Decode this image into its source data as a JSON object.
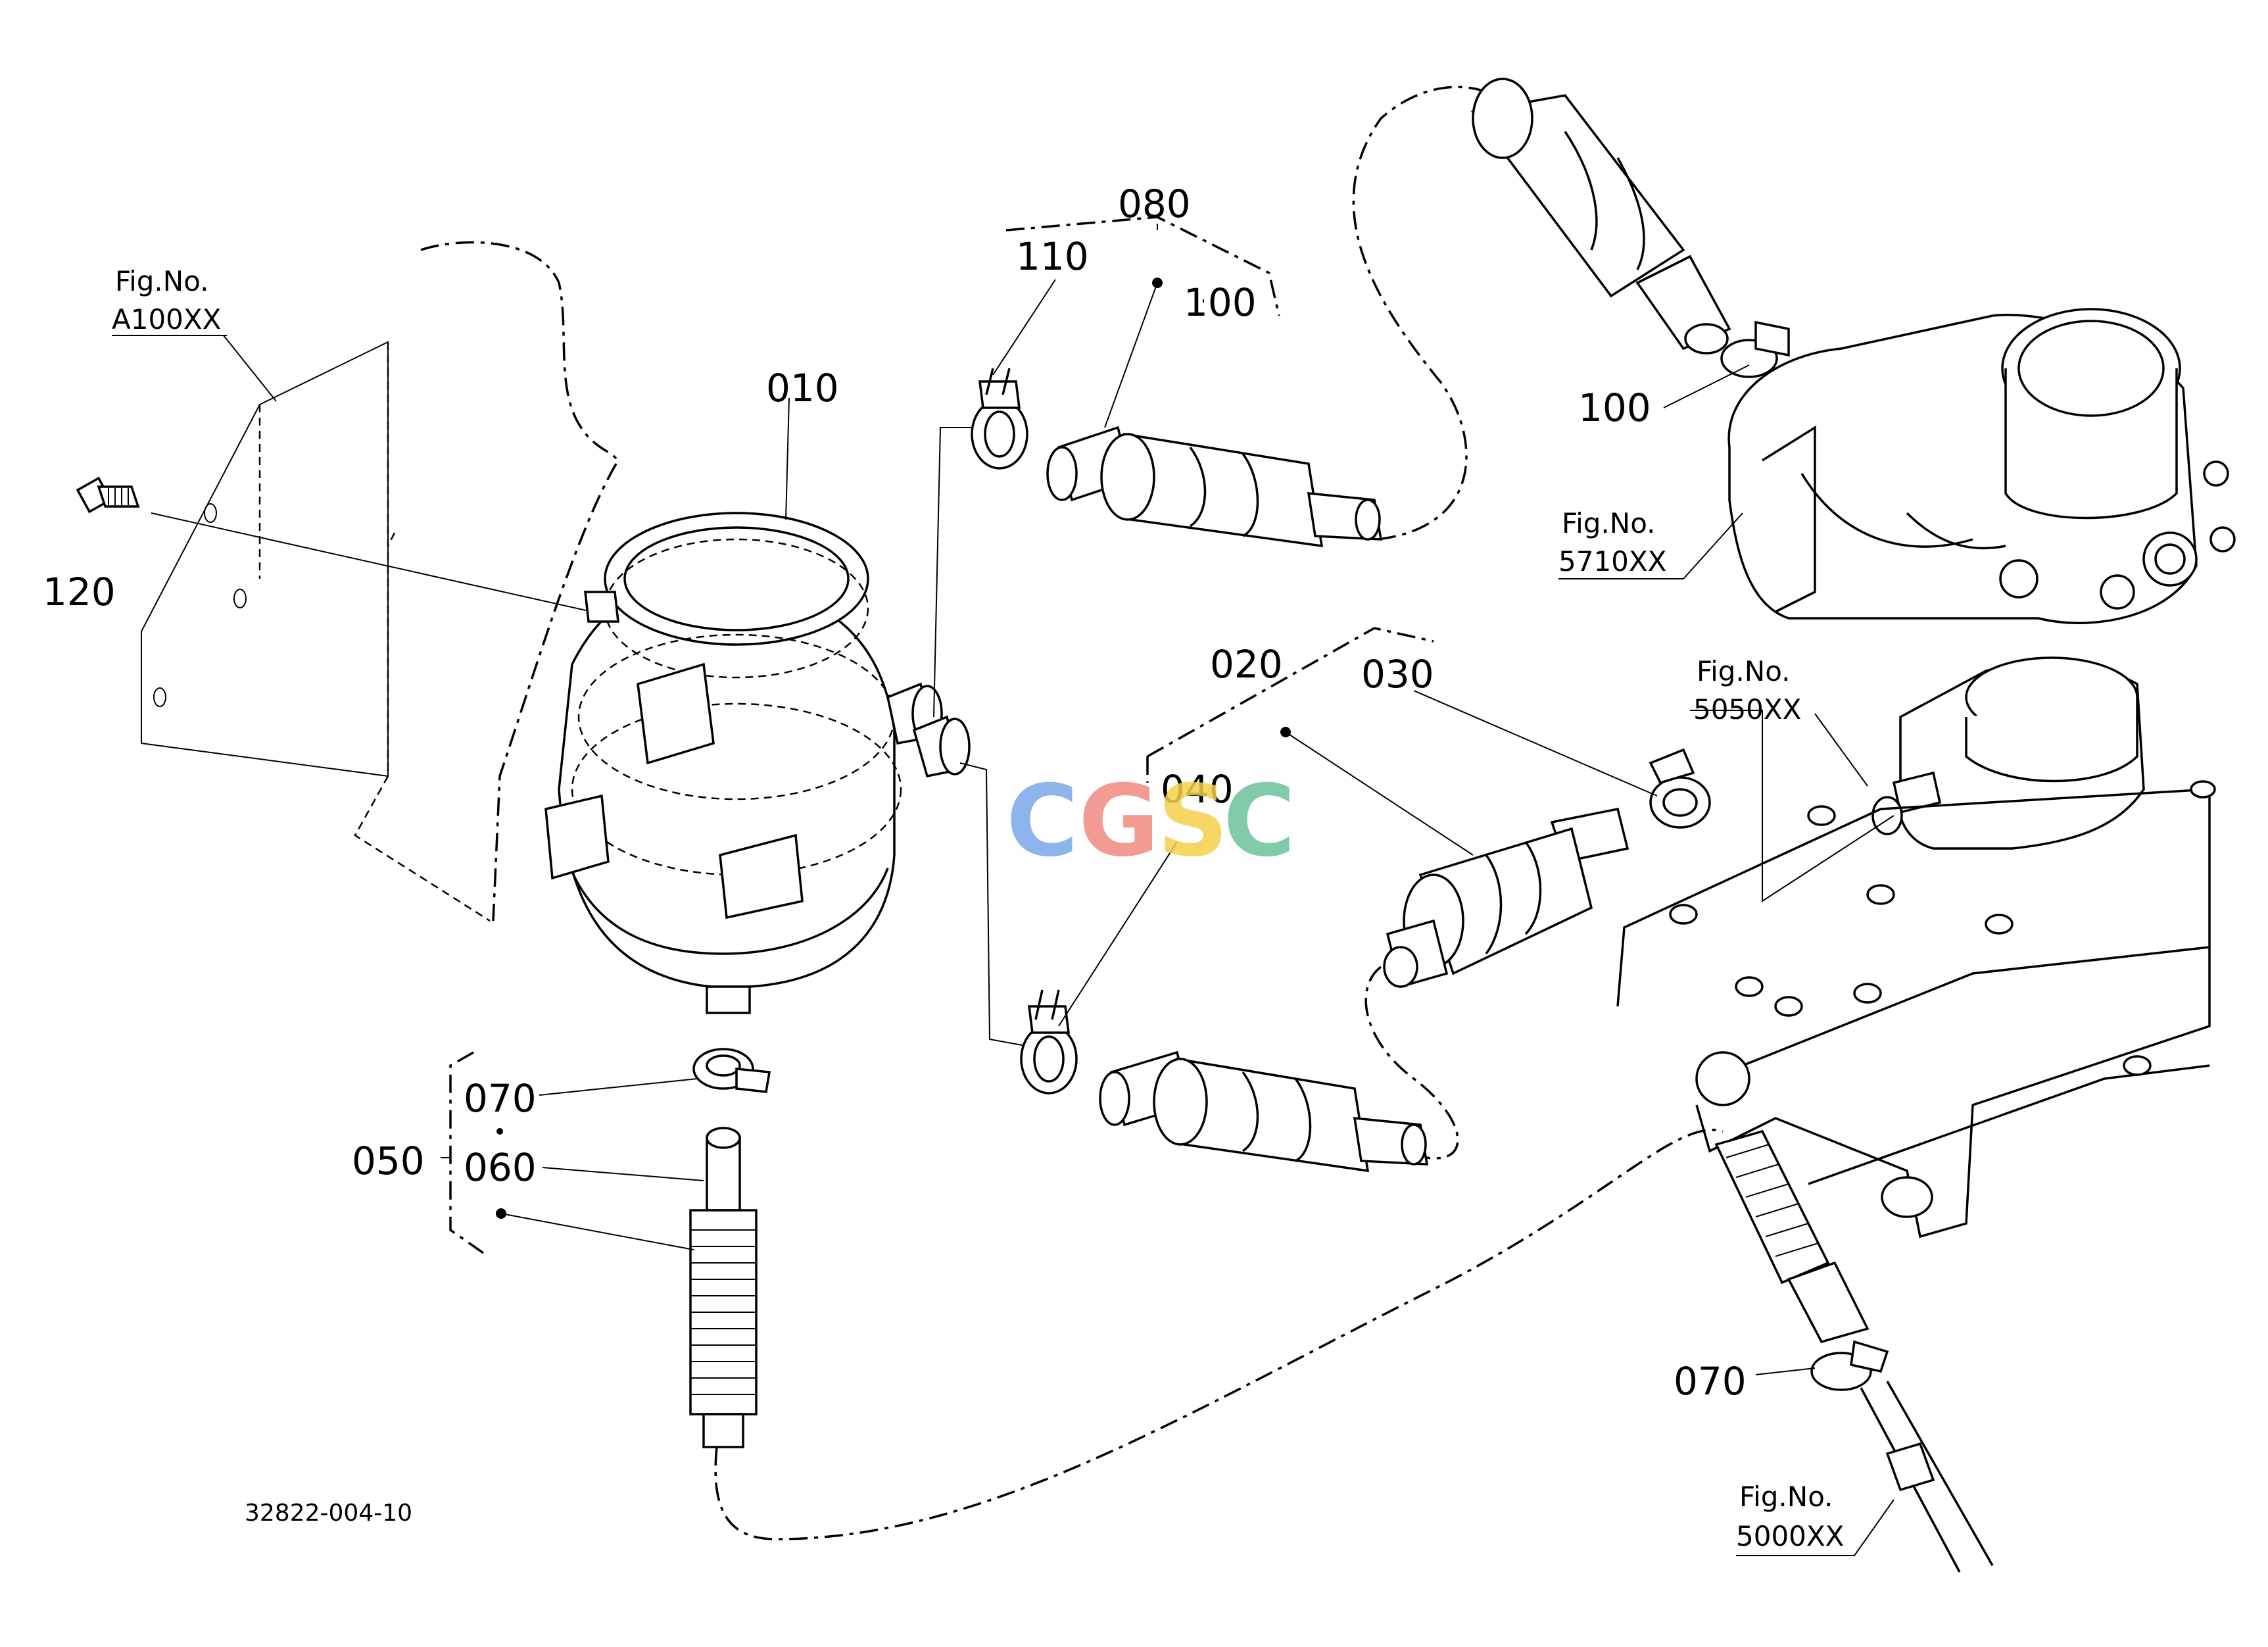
{
  "callouts": {
    "c010": "010",
    "c020": "020",
    "c030": "030",
    "c040": "040",
    "c050": "050",
    "c060": "060",
    "c070a": "070",
    "c070b": "070",
    "c080": "080",
    "c100a": "100",
    "c100b": "100",
    "c110": "110",
    "c120": "120"
  },
  "fig_refs": {
    "a100": {
      "label": "Fig.No.",
      "number": "A100XX"
    },
    "f5710": {
      "label": "Fig.No.",
      "number": "5710XX"
    },
    "f5050": {
      "label": "Fig.No.",
      "number": "5050XX"
    },
    "f5000": {
      "label": "Fig.No.",
      "number": "5000XX"
    }
  },
  "drawing_number": "32822-004-10",
  "watermark": {
    "letters": [
      "C",
      "G",
      "S",
      "C"
    ],
    "colors": [
      "#7aa7e8",
      "#ef8a80",
      "#f5d04a",
      "#6cc39a"
    ]
  }
}
